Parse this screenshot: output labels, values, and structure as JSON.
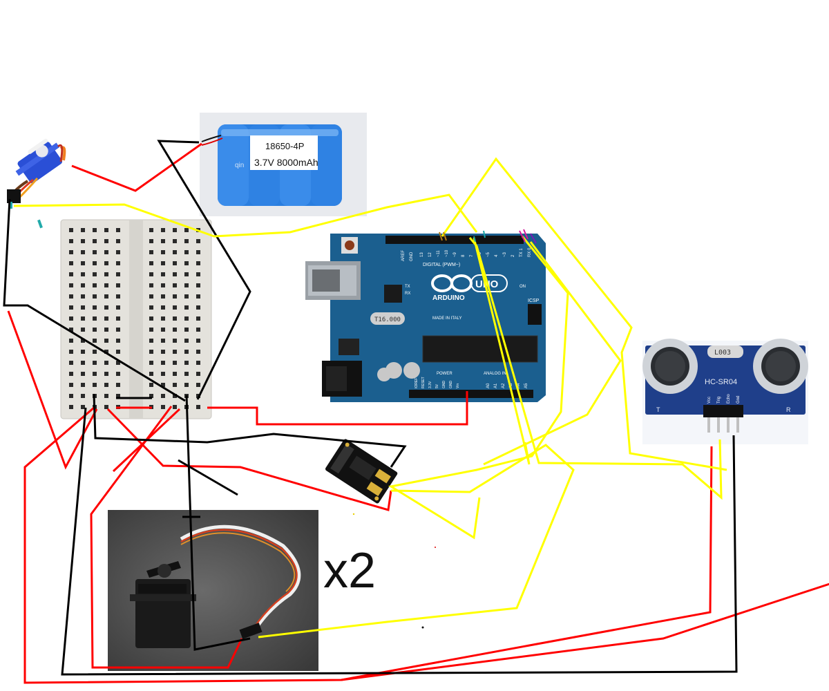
{
  "battery": {
    "model": "18650-4P",
    "rating": "3.7V 8000mAh",
    "watermark": "qin"
  },
  "arduino": {
    "brand": "ARDUINO",
    "model": "UNO",
    "made_in": "MADE IN ITALY",
    "crystal": "T16.000",
    "digital_header": "DIGITAL (PWM~)",
    "power_header": "POWER",
    "analog_header": "ANALOG IN",
    "aref": "AREF",
    "gnd": "GND",
    "on": "ON",
    "tx": "TX",
    "rx": "RX",
    "icsp": "ICSP",
    "pins_digital": [
      "13",
      "12",
      "~11",
      "~10",
      "~9",
      "8",
      "7",
      "~6",
      "~5",
      "4",
      "~3",
      "2",
      "TX 1",
      "RX 0"
    ],
    "pins_power": [
      "IOREF",
      "RESET",
      "3.3V",
      "5V",
      "GND",
      "GND",
      "Vin"
    ],
    "pins_analog": [
      "A0",
      "A1",
      "A2",
      "A3",
      "A4",
      "A5"
    ]
  },
  "ultrasonic": {
    "model": "HC-SR04",
    "crystal": "L003",
    "pins": [
      "Vcc",
      "Trig",
      "Echo",
      "Gnd"
    ],
    "t_mark": "T",
    "r_mark": "R"
  },
  "servo_count_label": "x2",
  "colors": {
    "wire_power": "#ff0000",
    "wire_ground": "#000000",
    "wire_signal": "#ffff00",
    "arduino_blue": "#1b5f8f",
    "battery_blue": "#2b7fe0",
    "breadboard": "#e4e2dc",
    "ultrasonic_blue": "#1f3f8a",
    "servo_photo_bg": "#4a4a4a",
    "micro_servo_blue": "#2a4fd6"
  },
  "icons": {
    "micro_servo": "micro-servo-sg90-icon",
    "battery": "battery-pack-icon",
    "breadboard": "mini-breadboard-icon",
    "arduino": "arduino-uno-board-icon",
    "ultrasonic": "ultrasonic-sensor-icon",
    "pwm_driver": "pwm-servo-driver-icon",
    "standard_servo": "standard-servo-icon"
  }
}
